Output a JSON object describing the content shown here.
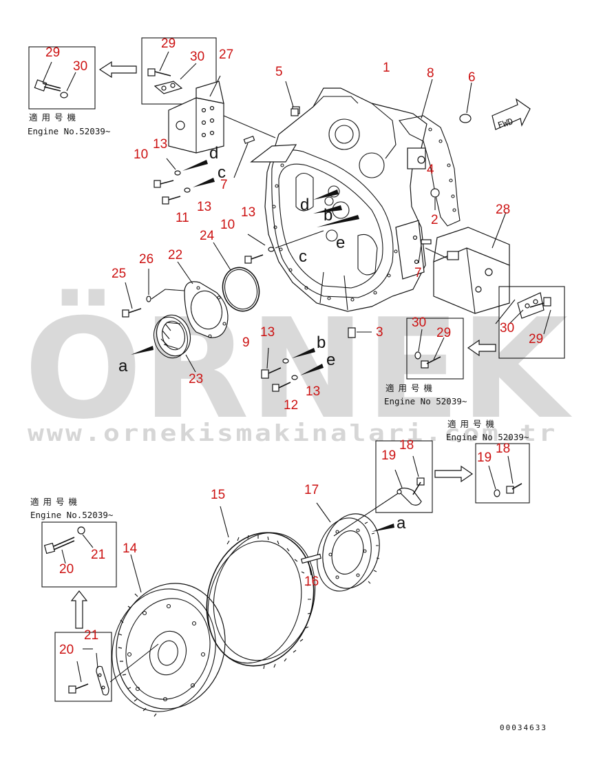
{
  "watermark": {
    "brand": "ÖRNEK",
    "url": "www.ornekismakinalari.com.tr",
    "color": "#d9d9d9",
    "accent": "#f2e08a"
  },
  "drawing_code": "00034633",
  "serial_note": {
    "jp": "適用号機",
    "engine": "Engine No.52039~",
    "engine_alt": "Engine No 52039~"
  },
  "part_numbers": [
    "1",
    "2",
    "3",
    "4",
    "5",
    "6",
    "7",
    "8",
    "9",
    "10",
    "11",
    "12",
    "13",
    "14",
    "15",
    "16",
    "17",
    "18",
    "19",
    "20",
    "21",
    "22",
    "23",
    "24",
    "25",
    "26",
    "27",
    "28",
    "29",
    "30"
  ],
  "ref_letters": [
    "a",
    "b",
    "c",
    "d",
    "e"
  ],
  "arrow_label": "FWD",
  "colors": {
    "label_red": "#cc1111",
    "line": "#111111"
  }
}
